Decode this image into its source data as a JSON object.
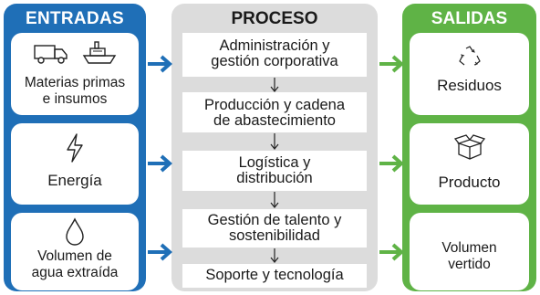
{
  "inputs": {
    "title": "ENTRADAS",
    "color": "#1f6fb7",
    "items": [
      {
        "label": "Materias primas\ne insumos",
        "icons": [
          "truck-icon",
          "ship-icon"
        ]
      },
      {
        "label": "Energía",
        "icons": [
          "lightning-icon"
        ]
      },
      {
        "label": "Volumen de\nagua extraída",
        "icons": [
          "water-drop-icon"
        ]
      }
    ]
  },
  "process": {
    "title": "PROCESO",
    "color": "#dcdcdc",
    "steps": [
      "Administración y\ngestión corporativa",
      "Producción y cadena\nde abastecimiento",
      "Logística y\ndistribución",
      "Gestión de talento y\nsostenibilidad",
      "Soporte y tecnología"
    ]
  },
  "outputs": {
    "title": "SALIDAS",
    "color": "#5fb346",
    "items": [
      {
        "label": "Residuos",
        "icons": [
          "recycle-icon"
        ]
      },
      {
        "label": "Producto",
        "icons": [
          "box-icon"
        ]
      },
      {
        "label": "Volumen\nvertido",
        "icons": []
      }
    ]
  },
  "colors": {
    "blue_arrow": "#1f6fb7",
    "green_arrow": "#5fb346"
  }
}
